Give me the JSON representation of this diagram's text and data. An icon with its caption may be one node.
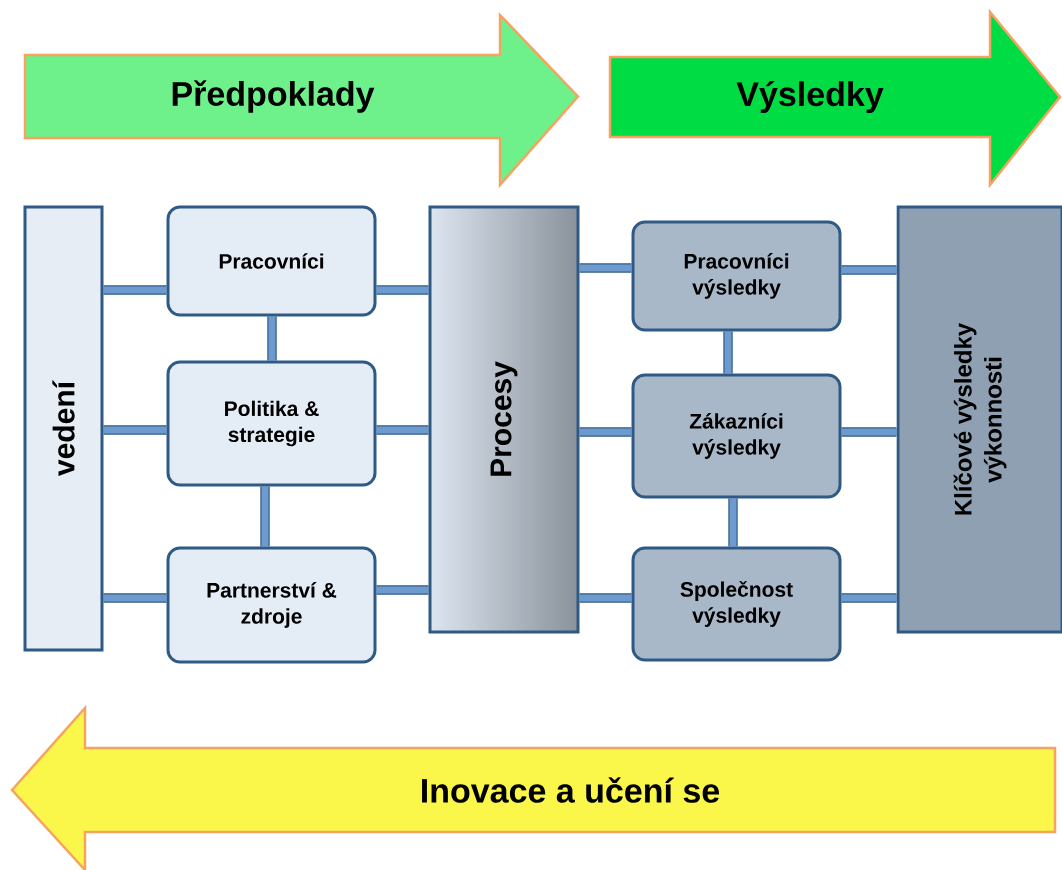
{
  "diagram": {
    "nodes": [
      {
        "text": [
          "Předpoklady"
        ]
      },
      {
        "text": [
          "Výsledky"
        ]
      },
      {
        "text": [
          "vedení"
        ]
      },
      {
        "text": [
          "Pracovníci"
        ]
      },
      {
        "text": [
          "Politika & strategie"
        ]
      },
      {
        "text": [
          "Partnerství & zdroje"
        ]
      },
      {
        "text": [
          "Procesy"
        ]
      },
      {
        "text": [
          "Pracovníci výsledky"
        ]
      },
      {
        "text": [
          "Zákazníci výsledky"
        ]
      },
      {
        "text": [
          "Společnost výsledky"
        ]
      },
      {
        "text": [
          "Klíčové výsledky výkonnosti"
        ]
      },
      {
        "text": [
          "Inovace a učení se"
        ]
      }
    ],
    "edges": [
      {
        "from": 2,
        "to": 3,
        "arrow": "none"
      },
      {
        "from": 2,
        "to": 4,
        "arrow": "none"
      },
      {
        "from": 2,
        "to": 5,
        "arrow": "none"
      },
      {
        "from": 3,
        "to": 6,
        "arrow": "none"
      },
      {
        "from": 4,
        "to": 6,
        "arrow": "none"
      },
      {
        "from": 5,
        "to": 6,
        "arrow": "none"
      },
      {
        "from": 3,
        "to": 4,
        "arrow": "none"
      },
      {
        "from": 4,
        "to": 5,
        "arrow": "none"
      },
      {
        "from": 6,
        "to": 7,
        "arrow": "none"
      },
      {
        "from": 6,
        "to": 8,
        "arrow": "none"
      },
      {
        "from": 6,
        "to": 9,
        "arrow": "none"
      },
      {
        "from": 7,
        "to": 8,
        "arrow": "none"
      },
      {
        "from": 8,
        "to": 9,
        "arrow": "none"
      },
      {
        "from": 7,
        "to": 10,
        "arrow": "none"
      },
      {
        "from": 8,
        "to": 10,
        "arrow": "none"
      },
      {
        "from": 9,
        "to": 10,
        "arrow": "none"
      }
    ]
  }
}
